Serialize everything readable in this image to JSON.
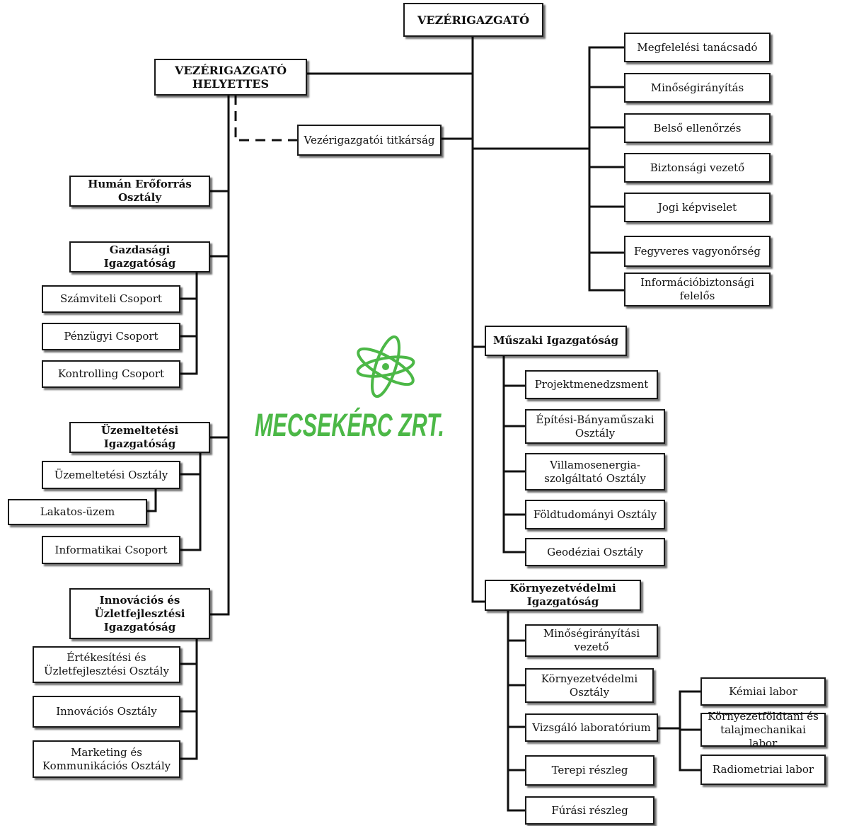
{
  "colors": {
    "line": "#111111",
    "logo_green": "#4cb847"
  },
  "logo": {
    "text": "MECSEKÉRC ZRT."
  },
  "top": {
    "ceo": "VEZÉRIGAZGATÓ",
    "deputy": "VEZÉRIGAZGATÓ\nHELYETTES",
    "secretariat": "Vezérigazgatói titkárság"
  },
  "staff_units": [
    "Megfelelési tanácsadó",
    "Minőségirányítás",
    "Belső ellenőrzés",
    "Biztonsági vezető",
    "Jogi képviselet",
    "Fegyveres vagyonőrség",
    "Információbiztonsági\nfelelős"
  ],
  "left": {
    "hr": "Humán Erőforrás\nOsztály",
    "finance": {
      "title": "Gazdasági\nIgazgatóság",
      "units": [
        "Számviteli Csoport",
        "Pénzügyi Csoport",
        "Kontrolling Csoport"
      ]
    },
    "operations": {
      "title": "Üzemeltetési\nIgazgatóság",
      "units": [
        "Üzemeltetési Osztály",
        "Lakatos-üzem",
        "Informatikai Csoport"
      ]
    },
    "innovation": {
      "title": "Innovációs és\nÜzletfejlesztési\nIgazgatóság",
      "units": [
        "Értékesítési és\nÜzletfejlesztési Osztály",
        "Innovációs Osztály",
        "Marketing és\nKommunikációs Osztály"
      ]
    }
  },
  "right": {
    "technical": {
      "title": "Műszaki Igazgatóság",
      "units": [
        "Projektmenedzsment",
        "Építési-Bányaműszaki\nOsztály",
        "Villamosenergia-\nszolgáltató Osztály",
        "Földtudományi Osztály",
        "Geodéziai  Osztály"
      ]
    },
    "environment": {
      "title": "Környezetvédelmi\nIgazgatóság",
      "units": [
        "Minőségirányítási\nvezető",
        "Környezetvédelmi\nOsztály",
        "Vizsgáló laboratórium",
        "Terepi részleg",
        "Fúrási részleg"
      ]
    },
    "labs": [
      "Kémiai labor",
      "Környezetföldtani és\ntalajmechanikai labor",
      "Radiometriai labor"
    ]
  }
}
